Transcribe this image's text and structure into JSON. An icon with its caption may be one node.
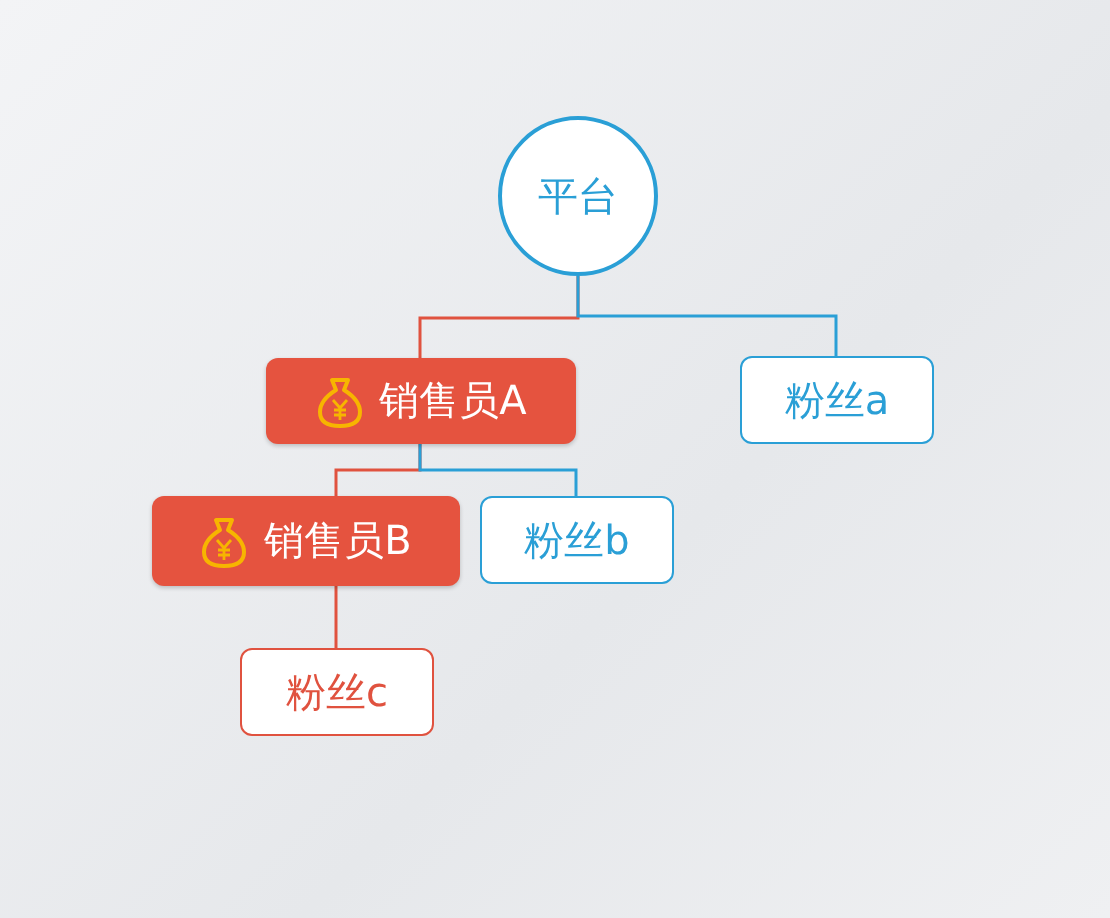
{
  "diagram": {
    "nodes": [
      {
        "text": [
          "平台"
        ]
      },
      {
        "text": [
          "销售员A"
        ]
      },
      {
        "text": [
          "粉丝a"
        ]
      },
      {
        "text": [
          "销售员B"
        ]
      },
      {
        "text": [
          "粉丝b"
        ]
      },
      {
        "text": [
          "粉丝c"
        ]
      }
    ],
    "edges": [
      {
        "from": 0,
        "to": 1,
        "arrow": "none"
      },
      {
        "from": 0,
        "to": 2,
        "arrow": "none",
        "color": "#2a9fd6"
      },
      {
        "from": 1,
        "to": 3,
        "arrow": "none"
      },
      {
        "from": 1,
        "to": 4,
        "arrow": "none",
        "color": "#2a9fd6"
      },
      {
        "from": 3,
        "to": 5,
        "arrow": "none"
      }
    ]
  }
}
